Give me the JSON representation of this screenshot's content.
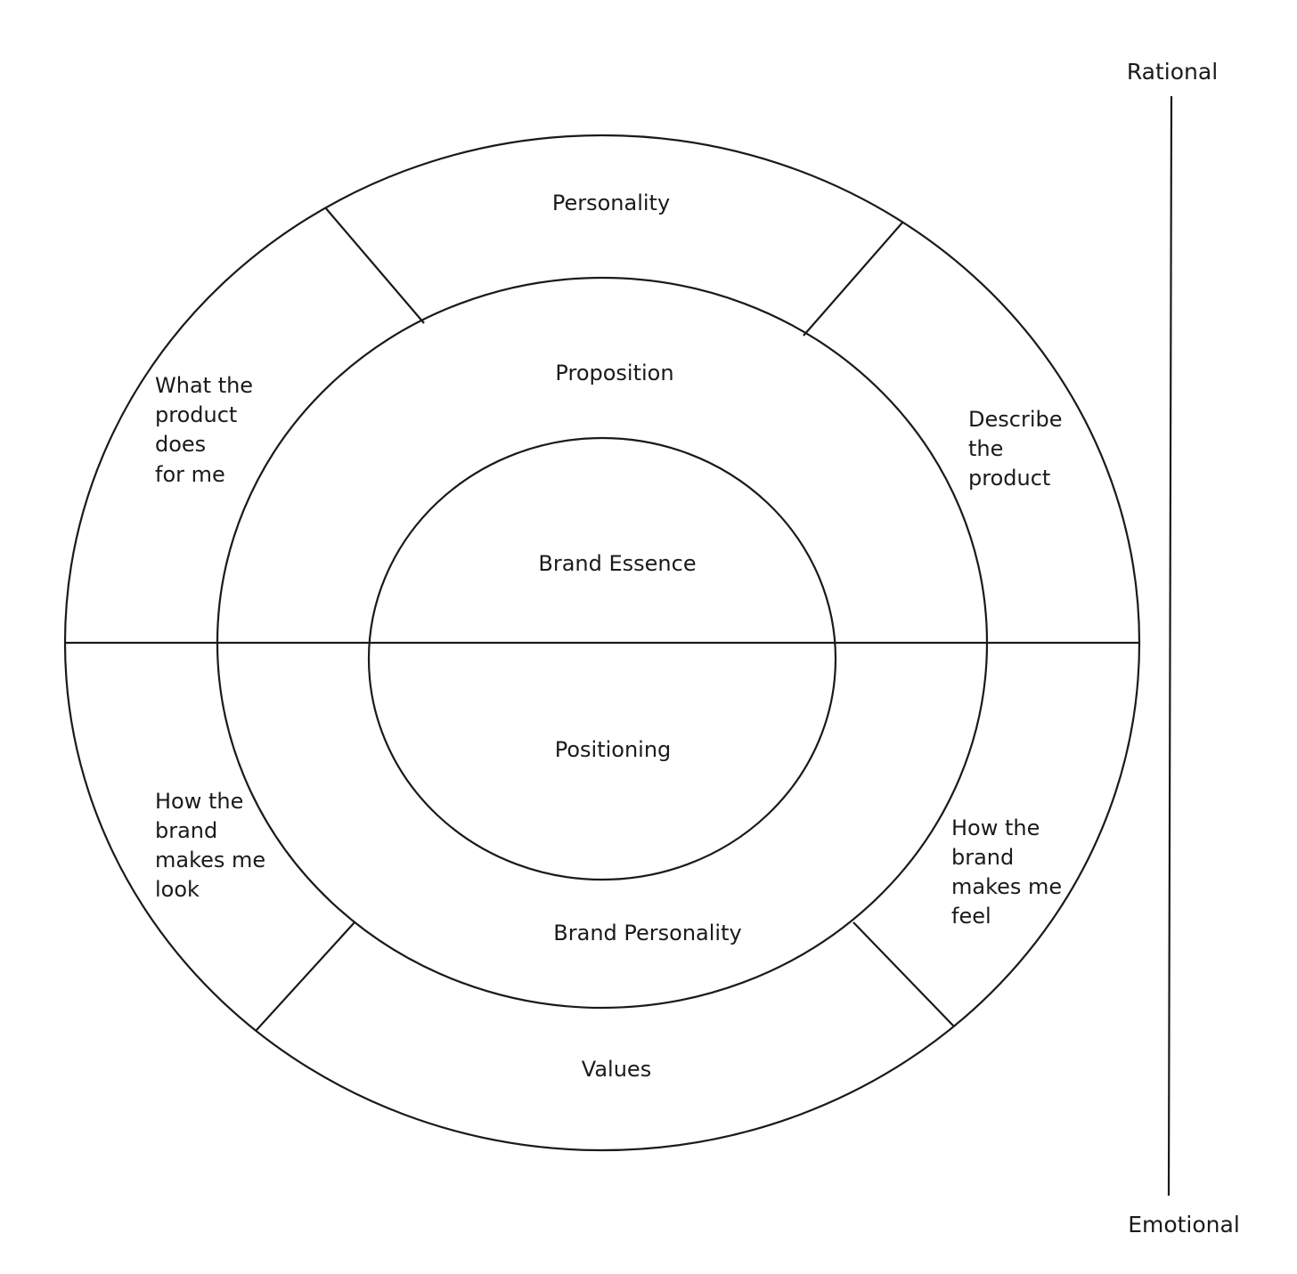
{
  "diagram": {
    "layers": {
      "core_top": "Brand Essence",
      "core_bottom": "Positioning",
      "middle_top": "Proposition",
      "middle_bottom": "Brand Personality",
      "outer_top": "Personality",
      "outer_bottom": "Values"
    },
    "sides": {
      "left_top": [
        "What the",
        "product",
        "does",
        "for me"
      ],
      "right_top": [
        "Describe",
        "the",
        "product"
      ],
      "left_bottom": [
        "How the",
        "brand",
        "makes me",
        "look"
      ],
      "right_bottom": [
        "How the",
        "brand",
        "makes me",
        "feel"
      ]
    },
    "axis": {
      "top": "Rational",
      "bottom": "Emotional"
    }
  }
}
